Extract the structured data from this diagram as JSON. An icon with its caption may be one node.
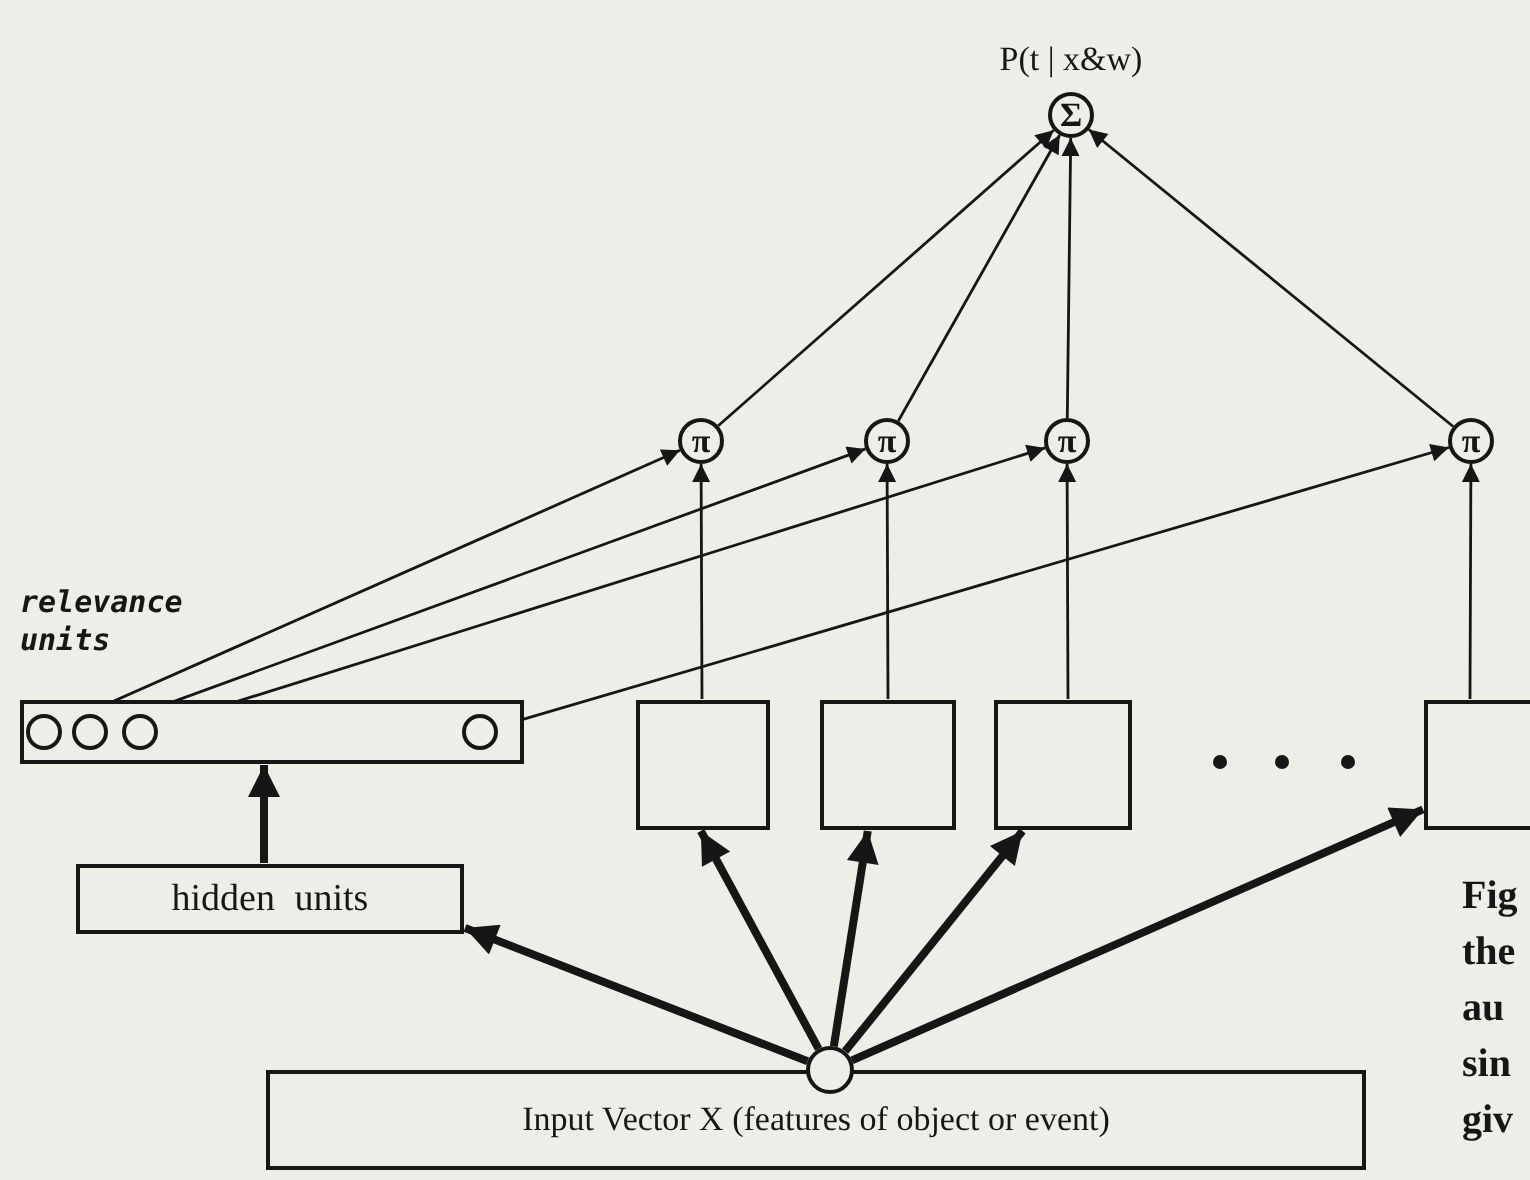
{
  "diagram": {
    "nodes": [
      {
        "text": [
          "Σ"
        ],
        "beside": [
          "P(t | x&w)"
        ]
      },
      {
        "text": [
          "π"
        ]
      },
      {
        "text": [
          "π"
        ]
      },
      {
        "text": [
          "π"
        ]
      },
      {
        "text": [
          "π"
        ]
      },
      {
        "text": [
          "relevance units"
        ]
      },
      {
        "text": [],
        "shape": "circle",
        "in": 5
      },
      {
        "text": [],
        "shape": "circle",
        "in": 5
      },
      {
        "text": [],
        "shape": "circle",
        "in": 5
      },
      {
        "text": [],
        "shape": "circle",
        "in": 5
      },
      {
        "text": [],
        "shape": "box"
      },
      {
        "text": [],
        "shape": "box"
      },
      {
        "text": [],
        "shape": "box"
      },
      {
        "text": [],
        "shape": "box"
      },
      {
        "text": [
          "hidden units"
        ]
      },
      {
        "text": [
          "Input Vector X (features of object or event)"
        ]
      },
      {
        "text": [],
        "shape": "circle"
      }
    ],
    "edges": [
      {
        "from": 1,
        "to": 0,
        "arrow": "to"
      },
      {
        "from": 2,
        "to": 0,
        "arrow": "to"
      },
      {
        "from": 3,
        "to": 0,
        "arrow": "to"
      },
      {
        "from": 4,
        "to": 0,
        "arrow": "to"
      },
      {
        "from": 10,
        "to": 1,
        "arrow": "to"
      },
      {
        "from": 11,
        "to": 2,
        "arrow": "to"
      },
      {
        "from": 12,
        "to": 3,
        "arrow": "to"
      },
      {
        "from": 13,
        "to": 4,
        "arrow": "to"
      },
      {
        "from": 6,
        "to": 1,
        "arrow": "to"
      },
      {
        "from": 7,
        "to": 2,
        "arrow": "to"
      },
      {
        "from": 8,
        "to": 3,
        "arrow": "to"
      },
      {
        "from": 9,
        "to": 4,
        "arrow": "to"
      },
      {
        "from": 14,
        "to": 5,
        "arrow": "to",
        "style": "thick"
      },
      {
        "from": 16,
        "to": 14,
        "arrow": "to",
        "style": "thick"
      },
      {
        "from": 16,
        "to": 10,
        "arrow": "to",
        "style": "thick"
      },
      {
        "from": 16,
        "to": 11,
        "arrow": "to",
        "style": "thick"
      },
      {
        "from": 16,
        "to": 12,
        "arrow": "to",
        "style": "thick"
      },
      {
        "from": 16,
        "to": 13,
        "arrow": "to",
        "style": "thick"
      }
    ],
    "labels": [
      "Fig",
      "the",
      "au",
      "sin",
      "giv"
    ]
  }
}
